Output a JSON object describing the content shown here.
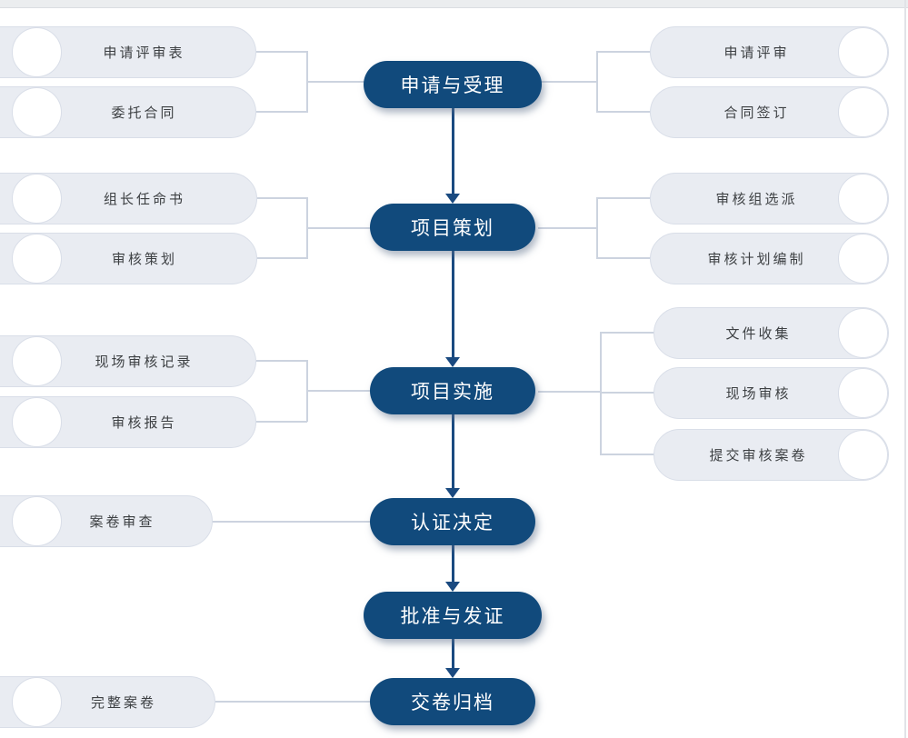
{
  "diagram": {
    "type": "flowchart",
    "description": "certification process flow with input documents on left and sub-steps on right",
    "stages": [
      {
        "label": "申请与受理"
      },
      {
        "label": "项目策划"
      },
      {
        "label": "项目实施"
      },
      {
        "label": "认证决定"
      },
      {
        "label": "批准与发证"
      },
      {
        "label": "交卷归档"
      }
    ],
    "left_documents": [
      {
        "label": "申请评审表"
      },
      {
        "label": "委托合同"
      },
      {
        "label": "组长任命书"
      },
      {
        "label": "审核策划"
      },
      {
        "label": "现场审核记录"
      },
      {
        "label": "审核报告"
      },
      {
        "label": "案卷审查"
      },
      {
        "label": "完整案卷"
      }
    ],
    "right_steps": [
      {
        "label": "申请评审"
      },
      {
        "label": "合同签订"
      },
      {
        "label": "审核组选派"
      },
      {
        "label": "审核计划编制"
      },
      {
        "label": "文件收集"
      },
      {
        "label": "现场审核"
      },
      {
        "label": "提交审核案卷"
      }
    ],
    "colors": {
      "stage_fill": "#114a7c",
      "stage_text": "#ffffff",
      "capsule_fill": "#e9ecf2",
      "capsule_border": "#d9dee8",
      "capsule_text": "#3d4043",
      "connector_line": "#ccd3df",
      "arrow": "#1a4a80"
    }
  }
}
